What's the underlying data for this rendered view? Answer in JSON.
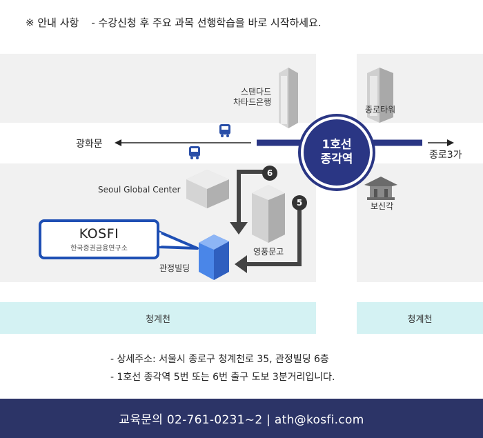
{
  "notice": {
    "title": "※ 안내 사항",
    "text": "- 수강신청 후 주요 과목 선행학습을 바로 시작하세요."
  },
  "map": {
    "station": {
      "line": "1호선",
      "name": "종각역"
    },
    "landmarks": {
      "standard_chartered": [
        "스탠다드",
        "차타드은행"
      ],
      "jongno_tower": "종로타워",
      "gwanghwamun": "광화문",
      "jongno3ga": "종로3가",
      "seoul_global_center": "Seoul Global Center",
      "bosingak": "보신각",
      "youngpoong": "영풍문고",
      "gwanjeong": "관정빌딩",
      "cheonggyecheon_left": "청계천",
      "cheonggyecheon_right": "청계천"
    },
    "exits": {
      "exit6": "6",
      "exit5": "5"
    },
    "kosfi": {
      "name": "KOSFI",
      "subtitle": "한국증권금융연구소"
    },
    "colors": {
      "line1": "#2a3684",
      "kosfi_border": "#1e4fb4",
      "river": "#d4f2f3",
      "block": "#f1f1f1",
      "footer": "#2c3467"
    }
  },
  "address": {
    "line1": "- 상세주소: 서울시 종로구 청계천로 35, 관정빌딩 6층",
    "line2": "- 1호선 종각역 5번 또는 6번 출구 도보 3분거리입니다."
  },
  "footer": {
    "text": "교육문의 02-761-0231~2 | ath@kosfi.com"
  }
}
